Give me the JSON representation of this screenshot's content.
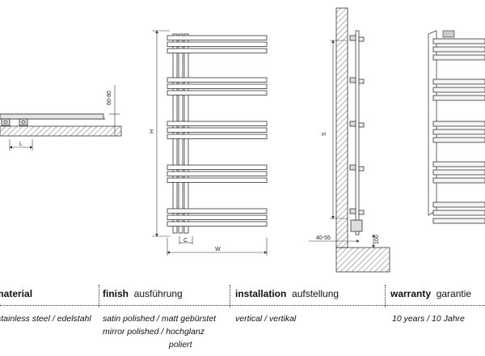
{
  "drawings": {
    "wall_mount": {
      "dim_height": "60-80",
      "dim_length": "L"
    },
    "front_view": {
      "dim_height": "H",
      "dim_c": "C",
      "dim_width": "W"
    },
    "side_view": {
      "dim_s": "S",
      "dim_depth": "40-55",
      "dim_bottom": "100"
    }
  },
  "table": {
    "headers": [
      {
        "key": "material",
        "label_bold": "material",
        "label_rest": ""
      },
      {
        "key": "finish",
        "label_bold": "finish",
        "label_rest": "ausführung"
      },
      {
        "key": "installation",
        "label_bold": "installation",
        "label_rest": "aufstellung"
      },
      {
        "key": "warranty",
        "label_bold": "warranty",
        "label_rest": "garantie"
      }
    ],
    "values": {
      "material": "stainless steel / edelstahl",
      "finish_line1": "satin polished / matt gebürstet",
      "finish_line2": "mirror polished / hochglanz",
      "finish_line3": "poliert",
      "installation": "vertical / vertikal",
      "warranty": "10 years / 10 Jahre"
    }
  }
}
